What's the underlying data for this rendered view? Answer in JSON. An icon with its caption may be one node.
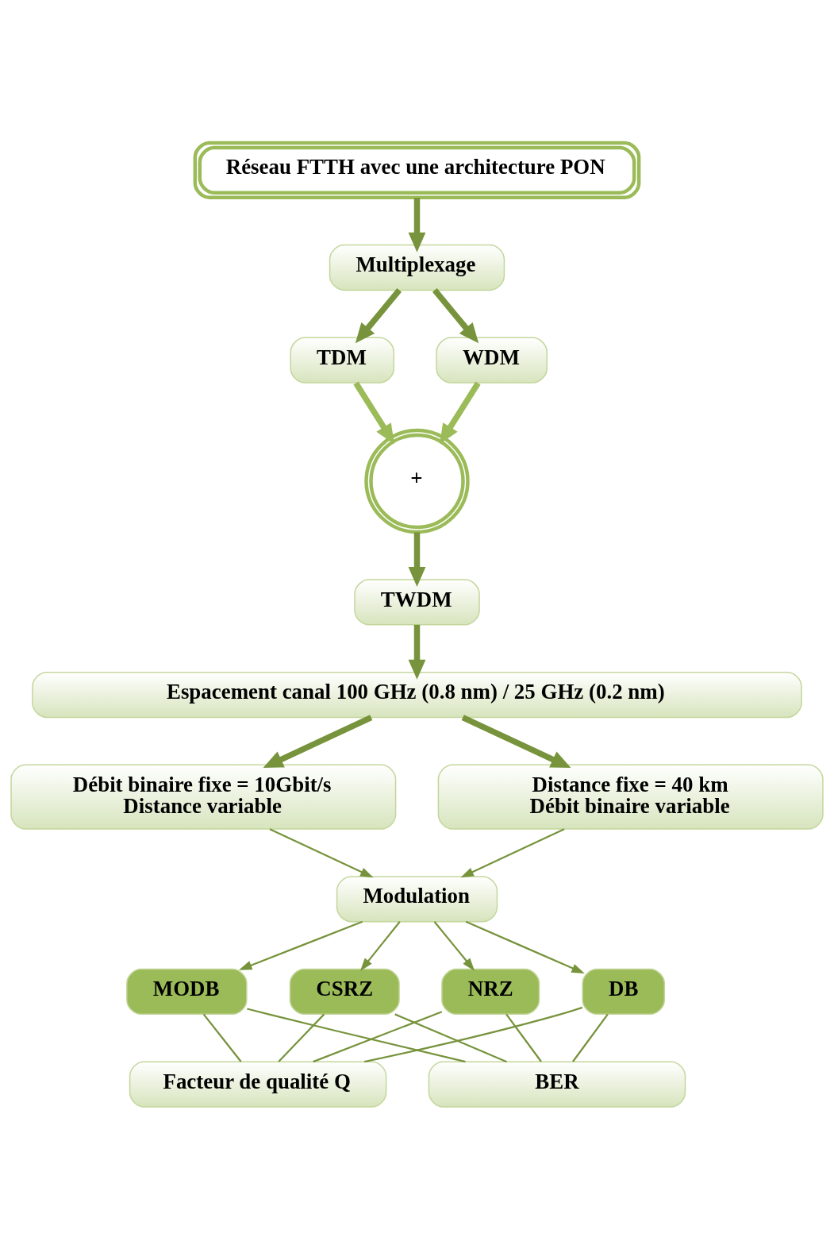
{
  "diagram": {
    "nodes": [
      {
        "text": [
          "Réseau FTTH avec une architecture PON"
        ]
      },
      {
        "text": [
          "Multiplexage"
        ]
      },
      {
        "text": [
          "TDM"
        ]
      },
      {
        "text": [
          "WDM"
        ]
      },
      {
        "text": [
          "+"
        ]
      },
      {
        "text": [
          "TWDM"
        ]
      },
      {
        "text": [
          "Espacement canal 100 GHz (0.8 nm) / 25 GHz (0.2 nm)"
        ]
      },
      {
        "text": [
          "Débit binaire fixe = 10Gbit/s",
          "Distance variable"
        ]
      },
      {
        "text": [
          "Distance fixe = 40 km",
          "Débit binaire variable"
        ]
      },
      {
        "text": [
          "Modulation"
        ]
      },
      {
        "text": [
          "NRZ"
        ]
      },
      {
        "text": [
          "DB"
        ]
      },
      {
        "text": [
          "MODB"
        ]
      },
      {
        "text": [
          "CSRZ"
        ]
      },
      {
        "text": [
          "Facteur de qualité Q"
        ]
      },
      {
        "text": [
          "BER"
        ]
      }
    ],
    "edges": [
      {
        "from": 0,
        "to": 1,
        "arrow": "to",
        "style": "thick"
      },
      {
        "from": 1,
        "to": 2,
        "arrow": "to",
        "style": "thick"
      },
      {
        "from": 1,
        "to": 3,
        "arrow": "to",
        "style": "thick"
      },
      {
        "from": 2,
        "to": 4,
        "arrow": "to",
        "style": "thick",
        "color": "#9bbb59"
      },
      {
        "from": 3,
        "to": 4,
        "arrow": "to",
        "style": "thick",
        "color": "#9bbb59"
      },
      {
        "from": 4,
        "to": 5,
        "arrow": "to",
        "style": "thick"
      },
      {
        "from": 5,
        "to": 6,
        "arrow": "to",
        "style": "thick"
      },
      {
        "from": 6,
        "to": 7,
        "arrow": "to",
        "style": "thick"
      },
      {
        "from": 6,
        "to": 8,
        "arrow": "to",
        "style": "thick"
      },
      {
        "from": 7,
        "to": 9,
        "arrow": "to"
      },
      {
        "from": 8,
        "to": 9,
        "arrow": "to"
      },
      {
        "from": 9,
        "to": 10,
        "arrow": "to"
      },
      {
        "from": 9,
        "to": 11,
        "arrow": "to"
      },
      {
        "from": 9,
        "to": 12,
        "arrow": "to"
      },
      {
        "from": 9,
        "to": 13,
        "arrow": "to"
      },
      {
        "from": 10,
        "to": 14,
        "arrow": "none"
      },
      {
        "from": 10,
        "to": 15,
        "arrow": "none"
      },
      {
        "from": 11,
        "to": 14,
        "arrow": "none"
      },
      {
        "from": 11,
        "to": 15,
        "arrow": "none"
      },
      {
        "from": 12,
        "to": 14,
        "arrow": "none"
      },
      {
        "from": 12,
        "to": 15,
        "arrow": "none"
      },
      {
        "from": 13,
        "to": 14,
        "arrow": "none"
      },
      {
        "from": 13,
        "to": 15,
        "arrow": "none"
      }
    ]
  }
}
